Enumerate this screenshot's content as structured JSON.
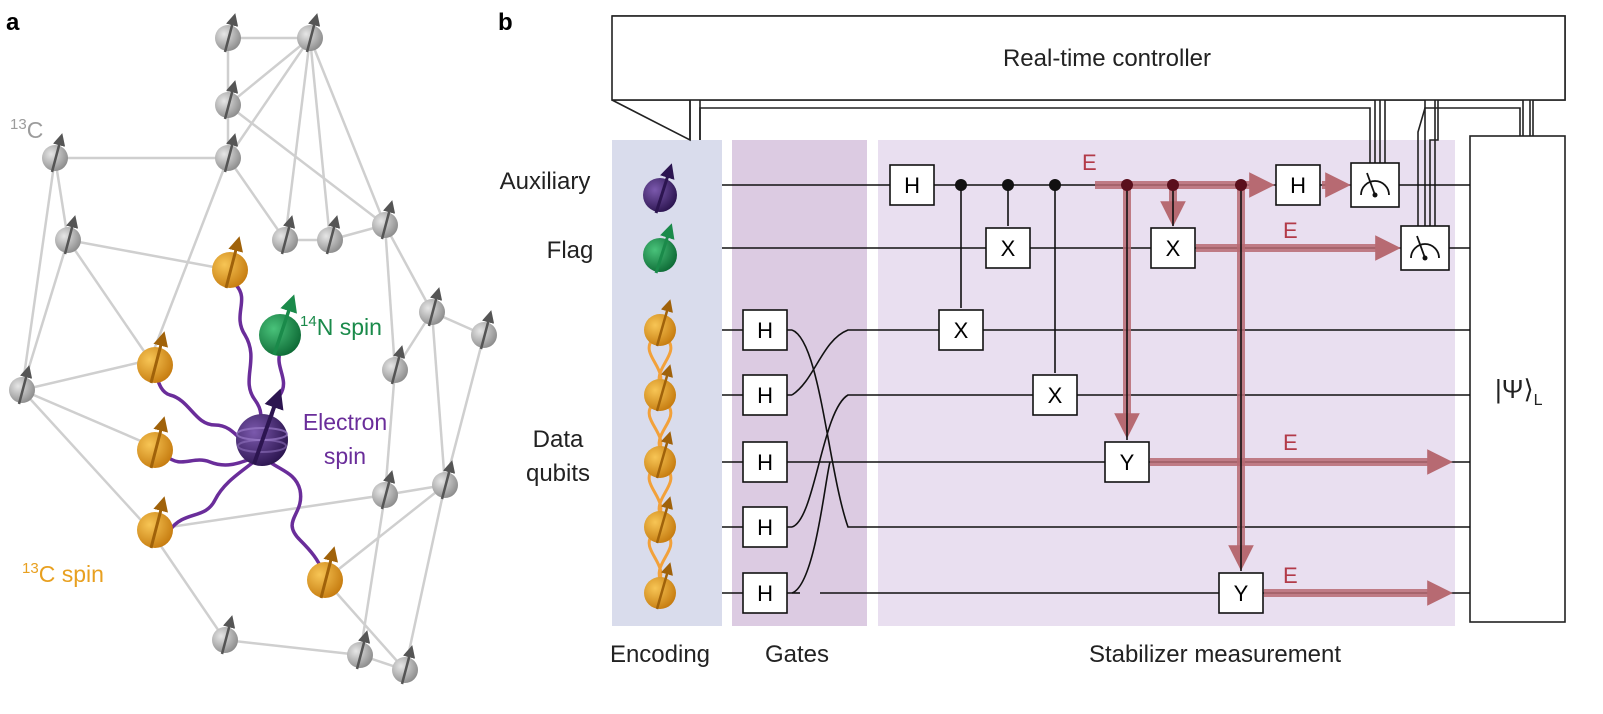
{
  "panel_a": {
    "label": "a",
    "c13_label_sup": "13",
    "c13_label": "C",
    "n14_sup": "14",
    "n14_label": "N spin",
    "electron_line1": "Electron",
    "electron_line2": "spin",
    "c13spin_sup": "13",
    "c13spin_label": "C spin"
  },
  "panel_b": {
    "label": "b",
    "controller": "Real-time controller",
    "row_labels": {
      "auxiliary": "Auxiliary",
      "flag": "Flag",
      "data_line1": "Data",
      "data_line2": "qubits"
    },
    "section_labels": {
      "encoding": "Encoding",
      "gates": "Gates",
      "stabilizer": "Stabilizer measurement"
    },
    "gates": {
      "h": "H",
      "x": "X",
      "y": "Y"
    },
    "error_label": "E",
    "output_state": "|Ψ⟩",
    "output_sub": "L"
  },
  "colors": {
    "electron": "#4b2a7a",
    "nitrogen": "#1a8a4a",
    "carbon": "#e8a020",
    "gray_spin": "#a8a8a8",
    "error": "#b23a48",
    "encoding_bg": "#d9dcec",
    "gates_bg": "#dccbe2",
    "stabilizer_bg": "#e9dff0"
  }
}
